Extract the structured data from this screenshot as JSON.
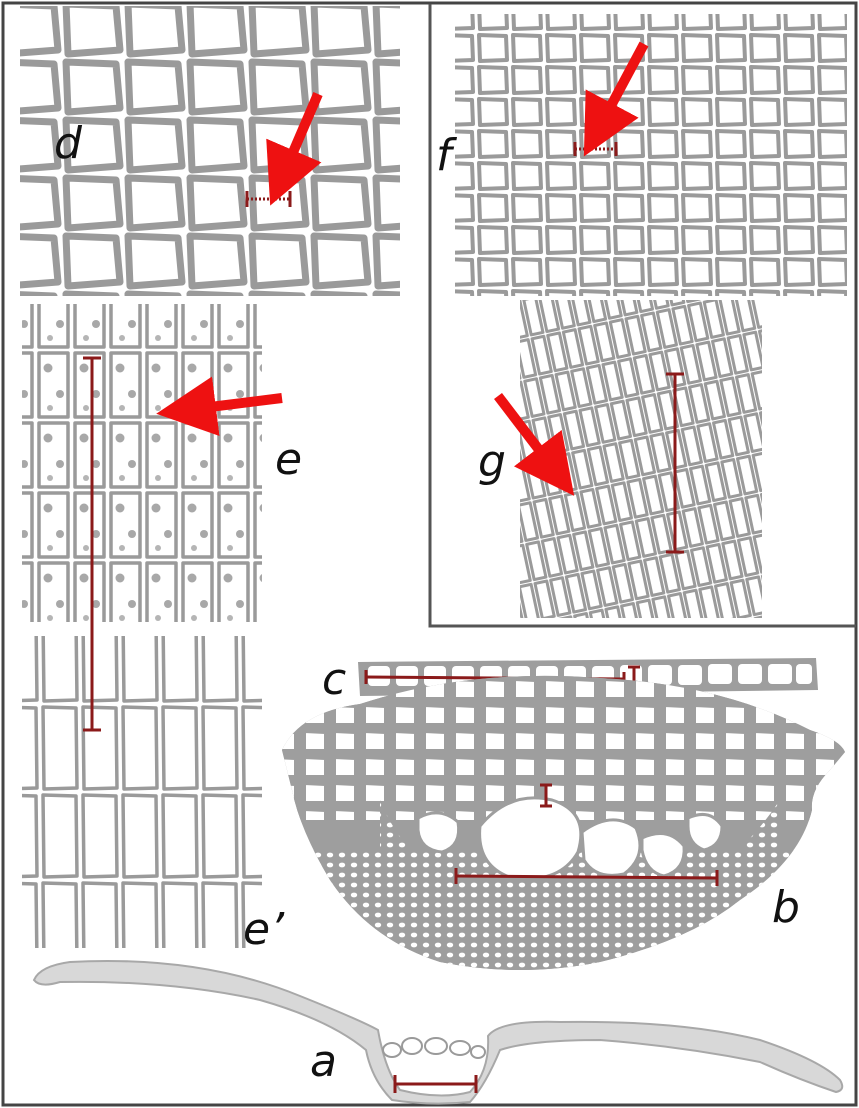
{
  "plate": {
    "panel_labels": {
      "d": "d",
      "e": "e",
      "e_prime": "e’",
      "f": "f",
      "g": "g",
      "c": "c",
      "b": "b",
      "a": "a"
    },
    "colors": {
      "cell_wall": "#9a9a9a",
      "cell_lumen": "#ffffff",
      "tissue_fill": "#d6d6d6",
      "scale_bar": "#8b1a1a",
      "arrow": "#ee1111",
      "frame": "#555555"
    },
    "icons": {
      "arrow": "red-arrow-icon",
      "scale": "scale-bar-icon"
    }
  }
}
